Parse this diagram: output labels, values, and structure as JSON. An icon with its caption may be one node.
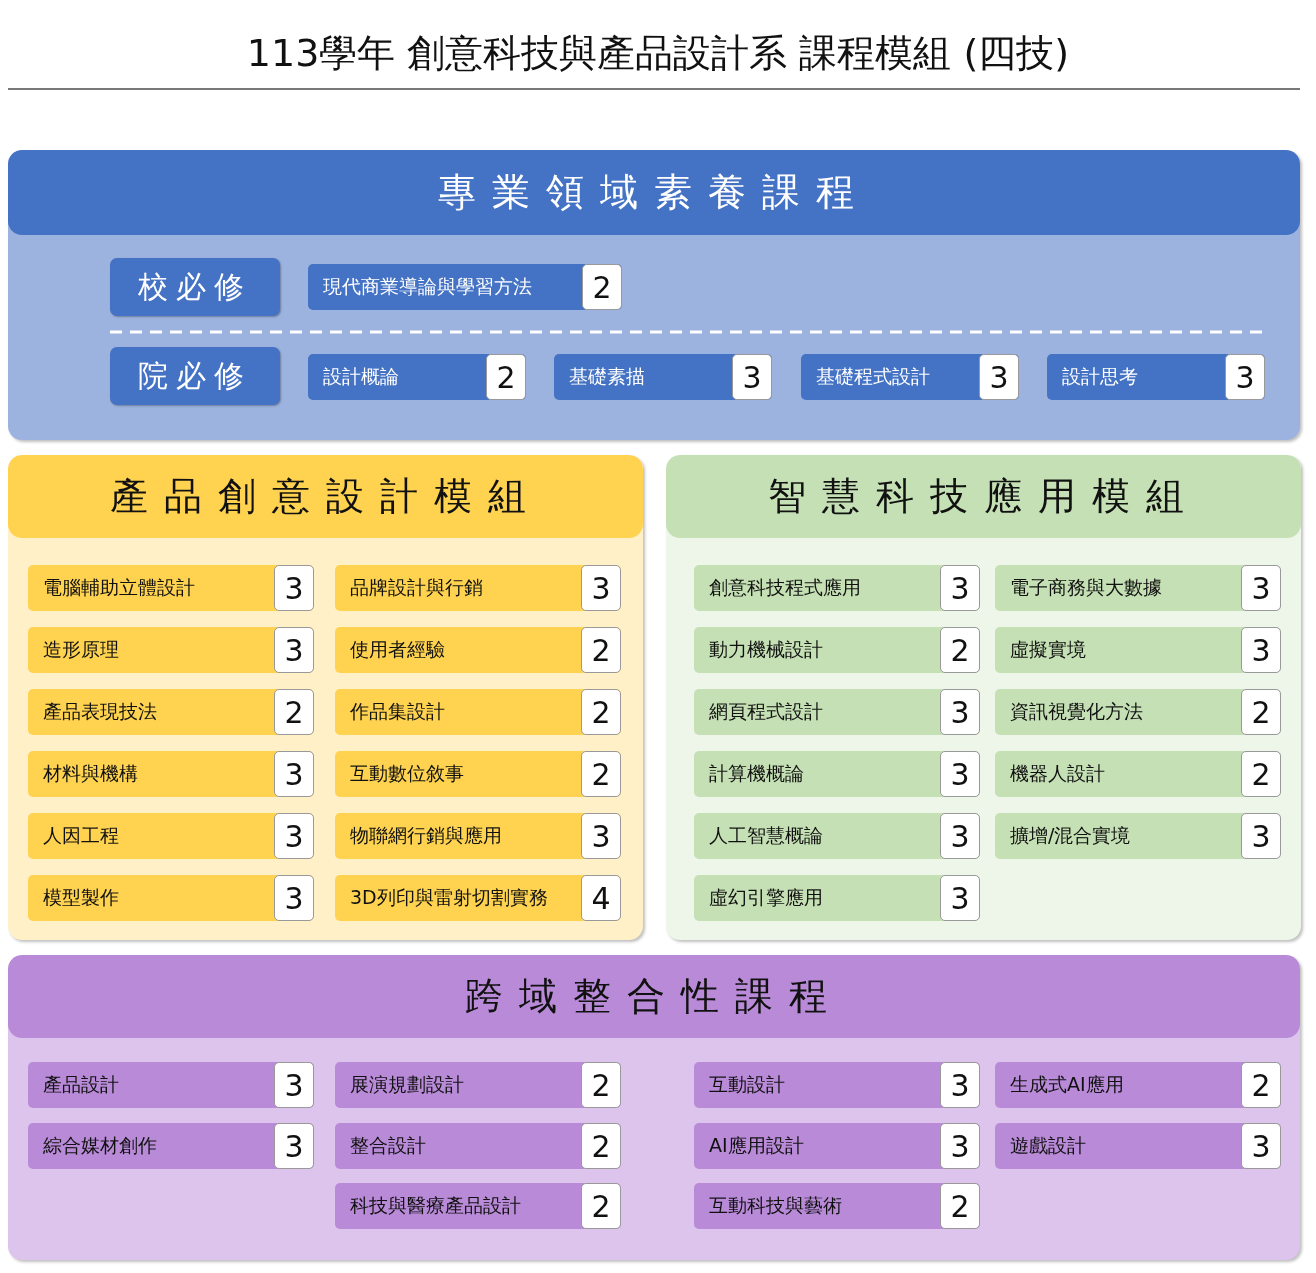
{
  "diagram": {
    "title": "113學年 創意科技與產品設計系 課程模組 (四技)",
    "nodes": [
      {
        "text": [
          "專業領域素養課程"
        ]
      },
      {
        "text": [
          "校必修"
        ],
        "in": 0
      },
      {
        "text": [
          "現代商業導論與學習方法",
          "2"
        ],
        "in": 0
      },
      {
        "text": [
          "院必修"
        ],
        "in": 0
      },
      {
        "text": [
          "設計概論",
          "2"
        ],
        "in": 0
      },
      {
        "text": [
          "基礎素描",
          "3"
        ],
        "in": 0
      },
      {
        "text": [
          "基礎程式設計",
          "3"
        ],
        "in": 0
      },
      {
        "text": [
          "設計思考",
          "3"
        ],
        "in": 0
      },
      {
        "text": [
          "產品創意設計模組"
        ]
      },
      {
        "text": [
          "電腦輔助立體設計",
          "3"
        ],
        "in": 8
      },
      {
        "text": [
          "品牌設計與行銷",
          "3"
        ],
        "in": 8
      },
      {
        "text": [
          "造形原理",
          "3"
        ],
        "in": 8
      },
      {
        "text": [
          "使用者經驗",
          "2"
        ],
        "in": 8
      },
      {
        "text": [
          "產品表現技法",
          "2"
        ],
        "in": 8
      },
      {
        "text": [
          "作品集設計",
          "2"
        ],
        "in": 8
      },
      {
        "text": [
          "材料與機構",
          "3"
        ],
        "in": 8
      },
      {
        "text": [
          "互動數位敘事",
          "2"
        ],
        "in": 8
      },
      {
        "text": [
          "人因工程",
          "3"
        ],
        "in": 8
      },
      {
        "text": [
          "物聯網行銷與應用",
          "3"
        ],
        "in": 8
      },
      {
        "text": [
          "模型製作",
          "3"
        ],
        "in": 8
      },
      {
        "text": [
          "3D列印與雷射切割實務",
          "4"
        ],
        "in": 8
      },
      {
        "text": [
          "智慧科技應用模組"
        ]
      },
      {
        "text": [
          "創意科技程式應用",
          "3"
        ],
        "in": 21
      },
      {
        "text": [
          "電子商務與大數據",
          "3"
        ],
        "in": 21
      },
      {
        "text": [
          "動力機械設計",
          "2"
        ],
        "in": 21
      },
      {
        "text": [
          "虛擬實境",
          "3"
        ],
        "in": 21
      },
      {
        "text": [
          "網頁程式設計",
          "3"
        ],
        "in": 21
      },
      {
        "text": [
          "資訊視覺化方法",
          "2"
        ],
        "in": 21
      },
      {
        "text": [
          "計算機概論",
          "3"
        ],
        "in": 21
      },
      {
        "text": [
          "機器人設計",
          "2"
        ],
        "in": 21
      },
      {
        "text": [
          "人工智慧概論",
          "3"
        ],
        "in": 21
      },
      {
        "text": [
          "擴增/混合實境",
          "3"
        ],
        "in": 21
      },
      {
        "text": [
          "虛幻引擎應用",
          "3"
        ],
        "in": 21
      },
      {
        "text": [
          "跨域整合性課程"
        ]
      },
      {
        "text": [
          "產品設計",
          "3"
        ],
        "in": 33
      },
      {
        "text": [
          "展演規劃設計",
          "2"
        ],
        "in": 33
      },
      {
        "text": [
          "互動設計",
          "3"
        ],
        "in": 33
      },
      {
        "text": [
          "生成式AI應用",
          "2"
        ],
        "in": 33
      },
      {
        "text": [
          "綜合媒材創作",
          "3"
        ],
        "in": 33
      },
      {
        "text": [
          "整合設計",
          "2"
        ],
        "in": 33
      },
      {
        "text": [
          "AI應用設計",
          "3"
        ],
        "in": 33
      },
      {
        "text": [
          "遊戲設計",
          "3"
        ],
        "in": 33
      },
      {
        "text": [
          "科技與醫療產品設計",
          "2"
        ],
        "in": 33
      },
      {
        "text": [
          "互動科技與藝術",
          "2"
        ],
        "in": 33
      }
    ]
  }
}
